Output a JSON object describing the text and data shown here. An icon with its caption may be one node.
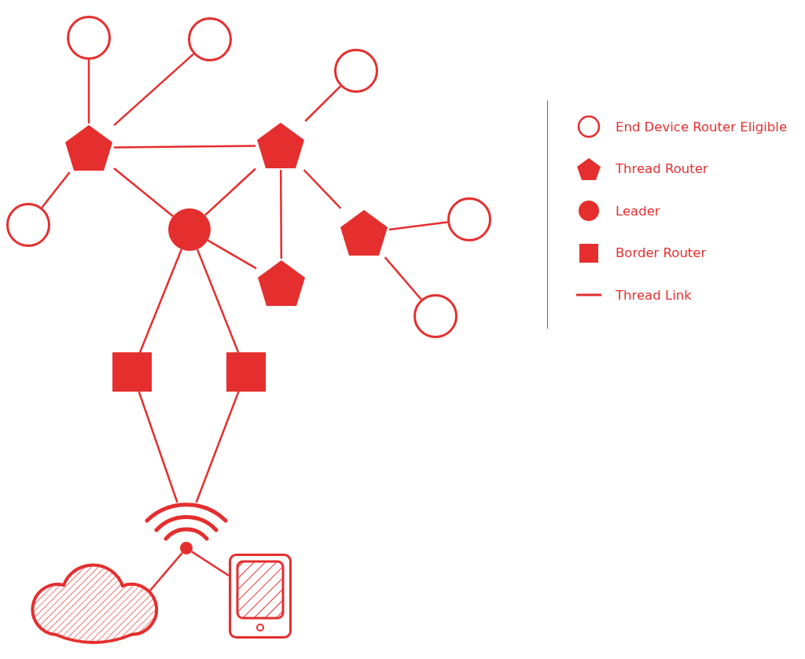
{
  "diagram": {
    "nodes": [
      {
        "text": [],
        "shape": "circle"
      },
      {
        "text": [],
        "shape": "circle"
      },
      {
        "text": [],
        "shape": "circle"
      },
      {
        "text": [],
        "shape": "pentagon"
      },
      {
        "text": [],
        "shape": "pentagon"
      },
      {
        "text": [],
        "shape": "circle"
      },
      {
        "text": [],
        "shape": "dot"
      },
      {
        "text": [],
        "shape": "pentagon"
      },
      {
        "text": [],
        "shape": "circle"
      },
      {
        "text": [],
        "shape": "pentagon"
      },
      {
        "text": [],
        "shape": "circle"
      },
      {
        "text": [],
        "shape": "square"
      },
      {
        "text": [],
        "shape": "square"
      },
      {
        "text": [],
        "shape": "wifi"
      },
      {
        "text": [],
        "shape": "cloud"
      },
      {
        "text": [],
        "shape": "tablet"
      }
    ],
    "edges": [
      {
        "from": 0,
        "to": 3,
        "arrow": "none"
      },
      {
        "from": 1,
        "to": 3,
        "arrow": "none"
      },
      {
        "from": 3,
        "to": 4,
        "arrow": "none"
      },
      {
        "from": 2,
        "to": 4,
        "arrow": "none"
      },
      {
        "from": 3,
        "to": 5,
        "arrow": "none"
      },
      {
        "from": 3,
        "to": 6,
        "arrow": "none"
      },
      {
        "from": 4,
        "to": 6,
        "arrow": "none"
      },
      {
        "from": 4,
        "to": 9,
        "arrow": "none"
      },
      {
        "from": 4,
        "to": 7,
        "arrow": "none"
      },
      {
        "from": 7,
        "to": 8,
        "arrow": "none"
      },
      {
        "from": 7,
        "to": 10,
        "arrow": "none"
      },
      {
        "from": 6,
        "to": 9,
        "arrow": "none"
      },
      {
        "from": 6,
        "to": 11,
        "arrow": "none"
      },
      {
        "from": 6,
        "to": 12,
        "arrow": "none"
      },
      {
        "from": 11,
        "to": 13,
        "arrow": "none"
      },
      {
        "from": 12,
        "to": 13,
        "arrow": "none"
      },
      {
        "from": 13,
        "to": 14,
        "arrow": "none"
      },
      {
        "from": 13,
        "to": 15,
        "arrow": "none"
      }
    ],
    "legend": [
      {
        "text": "End Device Router Eligible"
      },
      {
        "text": "Thread Router"
      },
      {
        "text": "Leader"
      },
      {
        "text": "Border Router"
      },
      {
        "text": "Thread Link"
      }
    ]
  }
}
